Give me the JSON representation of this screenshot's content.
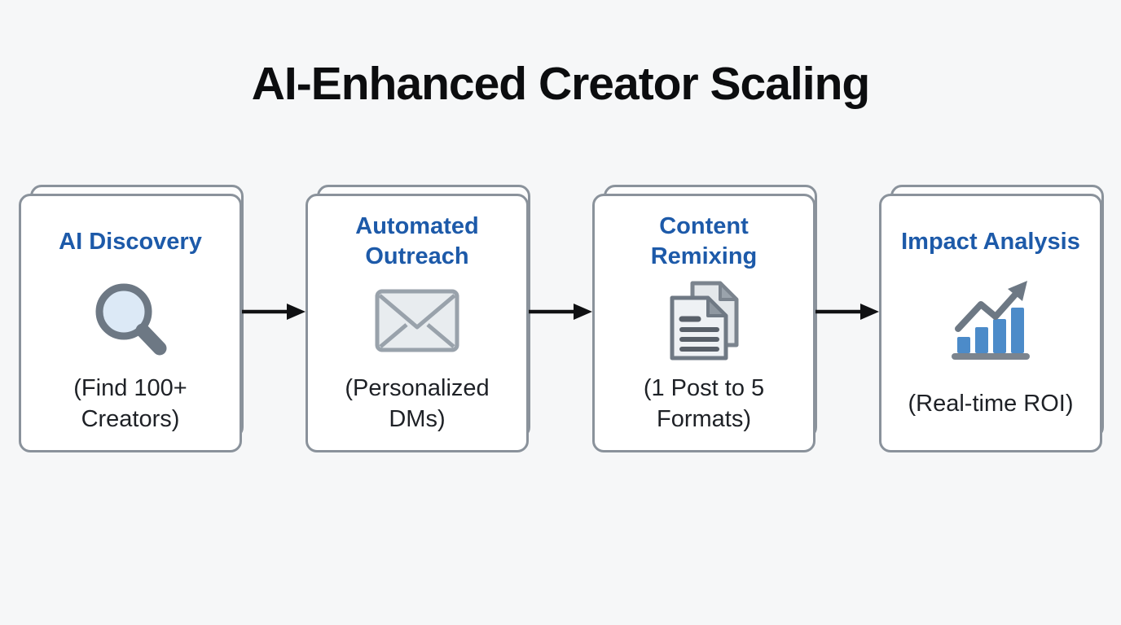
{
  "page": {
    "title": "AI-Enhanced Creator Scaling",
    "background_color": "#f6f7f8"
  },
  "colors": {
    "card_border": "#8a929b",
    "card_background": "#ffffff",
    "step_title_blue": "#1d5aa9",
    "caption_text": "#1e2126",
    "connector_arrow": "#101113",
    "icon_gray": "#6d7884",
    "icon_light_gray_fill": "#e8ecef",
    "magnifier_lens_blue": "#dce9f6",
    "chart_bar_blue": "#4c8bc9"
  },
  "flow": {
    "steps": [
      {
        "title": "AI Discovery",
        "caption": "(Find 100+ Creators)",
        "icon": "magnifier-icon"
      },
      {
        "title": "Automated Outreach",
        "caption": "(Personalized DMs)",
        "icon": "envelope-icon"
      },
      {
        "title": "Content Remixing",
        "caption": "(1 Post to 5 Formats)",
        "icon": "documents-icon"
      },
      {
        "title": "Impact Analysis",
        "caption": "(Real-time ROI)",
        "icon": "growth-chart-icon"
      }
    ]
  }
}
